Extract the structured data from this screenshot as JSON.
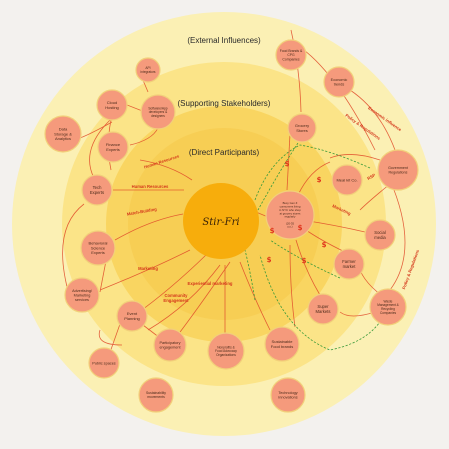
{
  "rings": {
    "external": "(External Influences)",
    "supporting": "(Supporting Stakeholders)",
    "direct": "(Direct Participants)"
  },
  "center": "Stir-Fri",
  "colors": {
    "ring_outer": "#fbf0b4",
    "ring_middle": "#fbe488",
    "ring_direct": "#f9d561",
    "ring_inner": "#f6c84a",
    "center": "#f7ad0c",
    "node_fill": "#f59a7c",
    "node_stroke": "#f2d07a",
    "edge_red": "#e04a2a",
    "edge_green": "#3a9a3a"
  },
  "nodes": [
    {
      "id": "food_brands",
      "lines": [
        "Food Brands &",
        "CPG",
        "Companies"
      ]
    },
    {
      "id": "economic",
      "lines": [
        "Economic",
        "trends"
      ]
    },
    {
      "id": "govt",
      "lines": [
        "Government",
        "Regulations"
      ]
    },
    {
      "id": "api",
      "lines": [
        "API",
        "integrators"
      ]
    },
    {
      "id": "software",
      "lines": [
        "Software/App",
        "developers &",
        "designers"
      ]
    },
    {
      "id": "cloud",
      "lines": [
        "Cloud",
        "Hosting"
      ]
    },
    {
      "id": "data",
      "lines": [
        "Data",
        "Storage &",
        "Analytics"
      ]
    },
    {
      "id": "finance",
      "lines": [
        "Finance",
        "Experts"
      ]
    },
    {
      "id": "tech",
      "lines": [
        "Tech",
        "Experts"
      ]
    },
    {
      "id": "behavioral",
      "lines": [
        "Behavioral",
        "Science",
        "Experts"
      ]
    },
    {
      "id": "advertising",
      "lines": [
        "Advertising/",
        "Marketing",
        "services"
      ]
    },
    {
      "id": "event",
      "lines": [
        "Event",
        "Planning"
      ]
    },
    {
      "id": "participatory",
      "lines": [
        "Participatory",
        "engagement"
      ]
    },
    {
      "id": "public",
      "lines": [
        "Public spaces"
      ]
    },
    {
      "id": "nonprofits",
      "lines": [
        "Nonprofits &",
        "Food Advocacy",
        "Organizations"
      ]
    },
    {
      "id": "sustainable_brands",
      "lines": [
        "Sustainable",
        "Food brands"
      ]
    },
    {
      "id": "sustainability",
      "lines": [
        "Sustainability",
        "movements"
      ]
    },
    {
      "id": "technology",
      "lines": [
        "Technology",
        "innovations"
      ]
    },
    {
      "id": "grocery",
      "lines": [
        "Grocery",
        "Stores"
      ]
    },
    {
      "id": "meal_kit",
      "lines": [
        "Meal kit Co."
      ]
    },
    {
      "id": "social",
      "lines": [
        "Social",
        "media"
      ]
    },
    {
      "id": "farmer",
      "lines": [
        "Farmer",
        "market"
      ]
    },
    {
      "id": "super",
      "lines": [
        "Super",
        "Markets"
      ]
    },
    {
      "id": "waste",
      "lines": [
        "Waste",
        "Management &",
        "Recycling",
        "Companies"
      ]
    },
    {
      "id": "users",
      "lines": [
        "Busy Gen Z",
        "consumers living",
        "in NYC who shop",
        "at grocery stores",
        "regularly",
        "",
        "(20-35",
        "y.o.)"
      ]
    }
  ],
  "edge_labels": [
    {
      "id": "human1",
      "text": "Human Resources"
    },
    {
      "id": "human2",
      "text": "Human Resources"
    },
    {
      "id": "match",
      "text": "Match-Building"
    },
    {
      "id": "marketing1",
      "text": "Marketing"
    },
    {
      "id": "experiential",
      "text": "Experiential marketing"
    },
    {
      "id": "community",
      "lines": [
        "Community",
        "Engagement"
      ]
    },
    {
      "id": "marketing2",
      "text": "Marketing"
    },
    {
      "id": "policy1",
      "text": "Policy & Regulations"
    },
    {
      "id": "economic_inf",
      "text": "Economic influence"
    },
    {
      "id": "policy2",
      "text": "Policy & Regulations"
    },
    {
      "id": "rsp",
      "text": "RSP"
    }
  ],
  "money_symbol": "$"
}
